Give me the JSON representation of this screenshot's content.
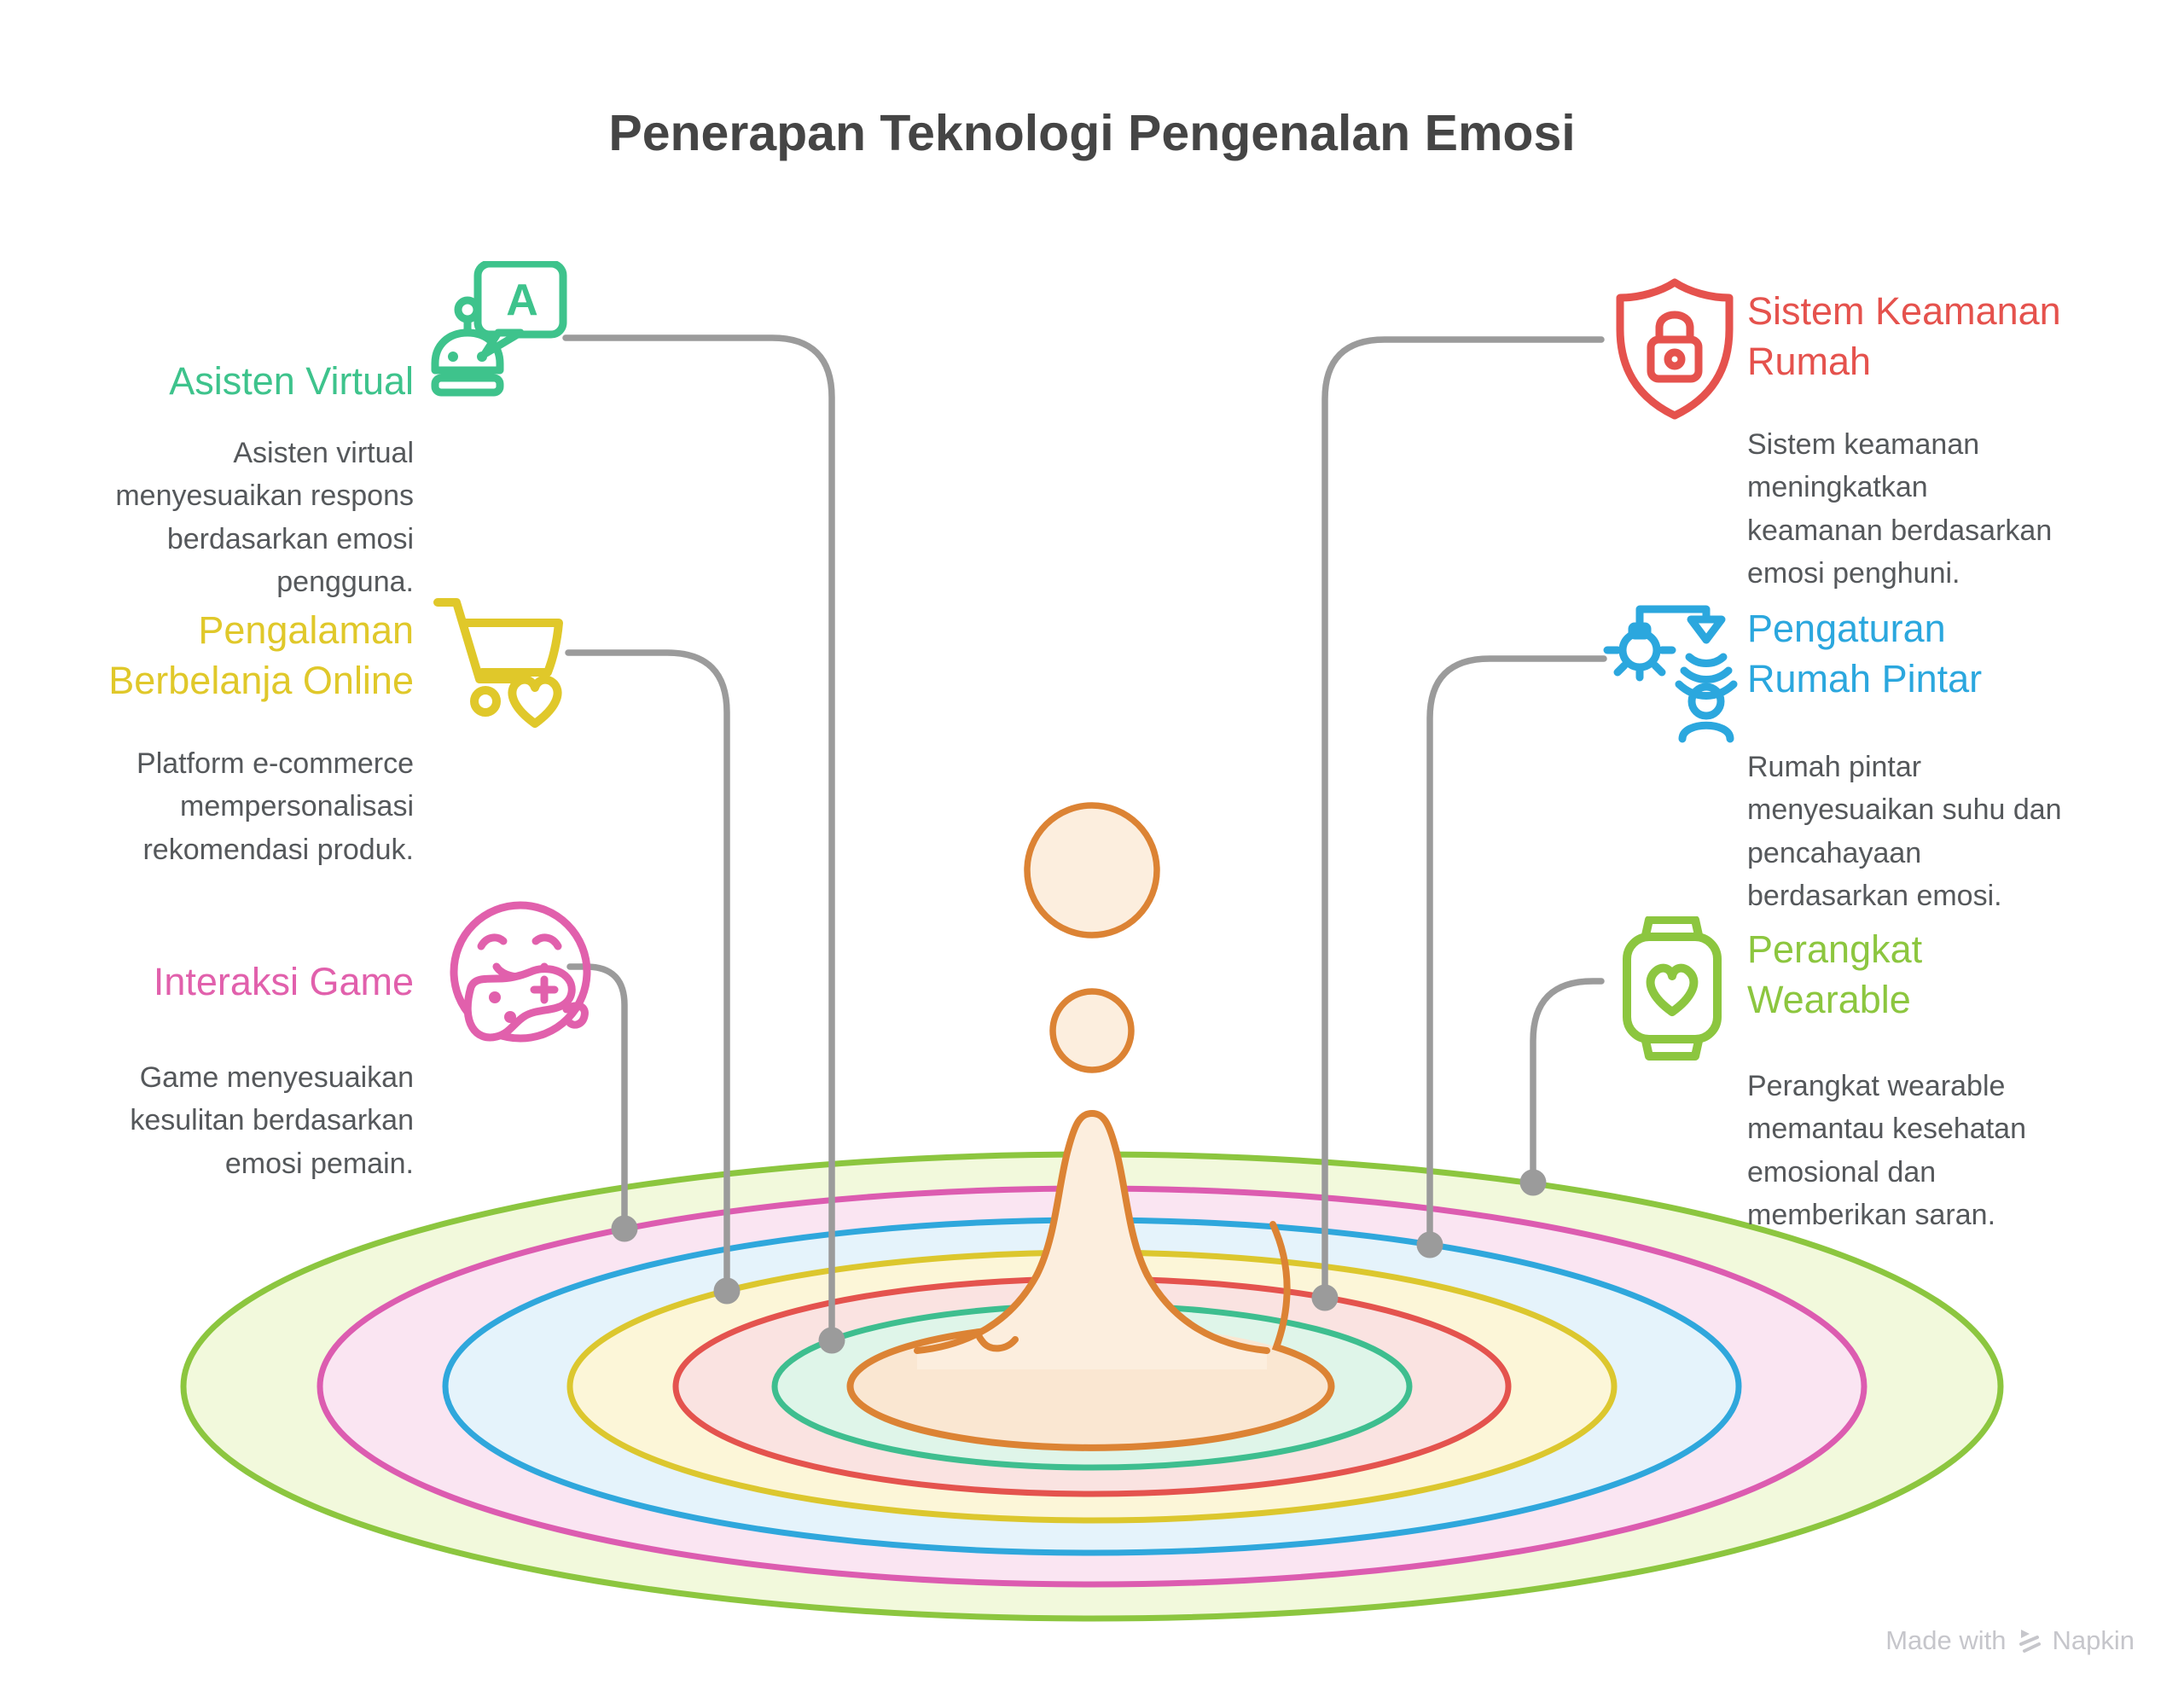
{
  "title": "Penerapan Teknologi Pengenalan Emosi",
  "items": [
    {
      "id": "asisten-virtual",
      "title": "Asisten Virtual",
      "description": "Asisten virtual\nmenyesuaikan respons\nberdasarkan emosi\npengguna.",
      "color": "#3EC38C",
      "icon": "robot-chat-icon",
      "side": "left"
    },
    {
      "id": "pengalaman-berbelanja-online",
      "title": "Pengalaman\nBerbelanja Online",
      "description": "Platform e-commerce\nmempersonalisasi\nrekomendasi produk.",
      "color": "#E0C82A",
      "icon": "cart-heart-icon",
      "side": "left"
    },
    {
      "id": "interaksi-game",
      "title": "Interaksi Game",
      "description": "Game menyesuaikan\nkesulitan berdasarkan\nemosi pemain.",
      "color": "#E160AC",
      "icon": "smiley-gamepad-icon",
      "side": "left"
    },
    {
      "id": "sistem-keamanan-rumah",
      "title": "Sistem Keamanan\nRumah",
      "description": "Sistem keamanan\nmeningkatkan\nkeamanan berdasarkan\nemosi penghuni.",
      "color": "#E5524D",
      "icon": "shield-lock-icon",
      "side": "right"
    },
    {
      "id": "pengaturan-rumah-pintar",
      "title": "Pengaturan\nRumah Pintar",
      "description": "Rumah pintar\nmenyesuaikan suhu dan\npencahayaan\nberdasarkan emosi.",
      "color": "#2BA7DE",
      "icon": "smart-home-icon",
      "side": "right"
    },
    {
      "id": "perangkat-wearable",
      "title": "Perangkat\nWearable",
      "description": "Perangkat wearable\nmemantau kesehatan\nemosional dan\nmemberikan saran.",
      "color": "#8CC63F",
      "icon": "smartwatch-heart-icon",
      "side": "right"
    }
  ],
  "ripples": [
    {
      "name": "perangkat-wearable",
      "stroke": "#8CC63F",
      "fill": "#F2F9DC"
    },
    {
      "name": "interaksi-game",
      "stroke": "#DC5CB0",
      "fill": "#FAE5F2"
    },
    {
      "name": "pengaturan-rumah-pintar",
      "stroke": "#2FA7DC",
      "fill": "#E5F3FB"
    },
    {
      "name": "pengalaman-berbelanja-online",
      "stroke": "#DCC72E",
      "fill": "#FCF6D8"
    },
    {
      "name": "sistem-keamanan-rumah",
      "stroke": "#E4534E",
      "fill": "#FAE3E1"
    },
    {
      "name": "asisten-virtual",
      "stroke": "#3EBE8F",
      "fill": "#DFF5E9"
    }
  ],
  "drop": {
    "stroke": "#DC8334",
    "fill": "#FCEEDE",
    "pool_fill": "#FAE7D2"
  },
  "colors": {
    "background": "#FFFFFF",
    "title_text": "#454545",
    "body_text": "#55585B",
    "connector": "#9B9B9B",
    "footer_text": "#C6C6CB"
  },
  "icon_glyphs": {
    "bubble_letter": "A"
  },
  "footer": {
    "prefix": "Made with",
    "brand": "Napkin"
  }
}
